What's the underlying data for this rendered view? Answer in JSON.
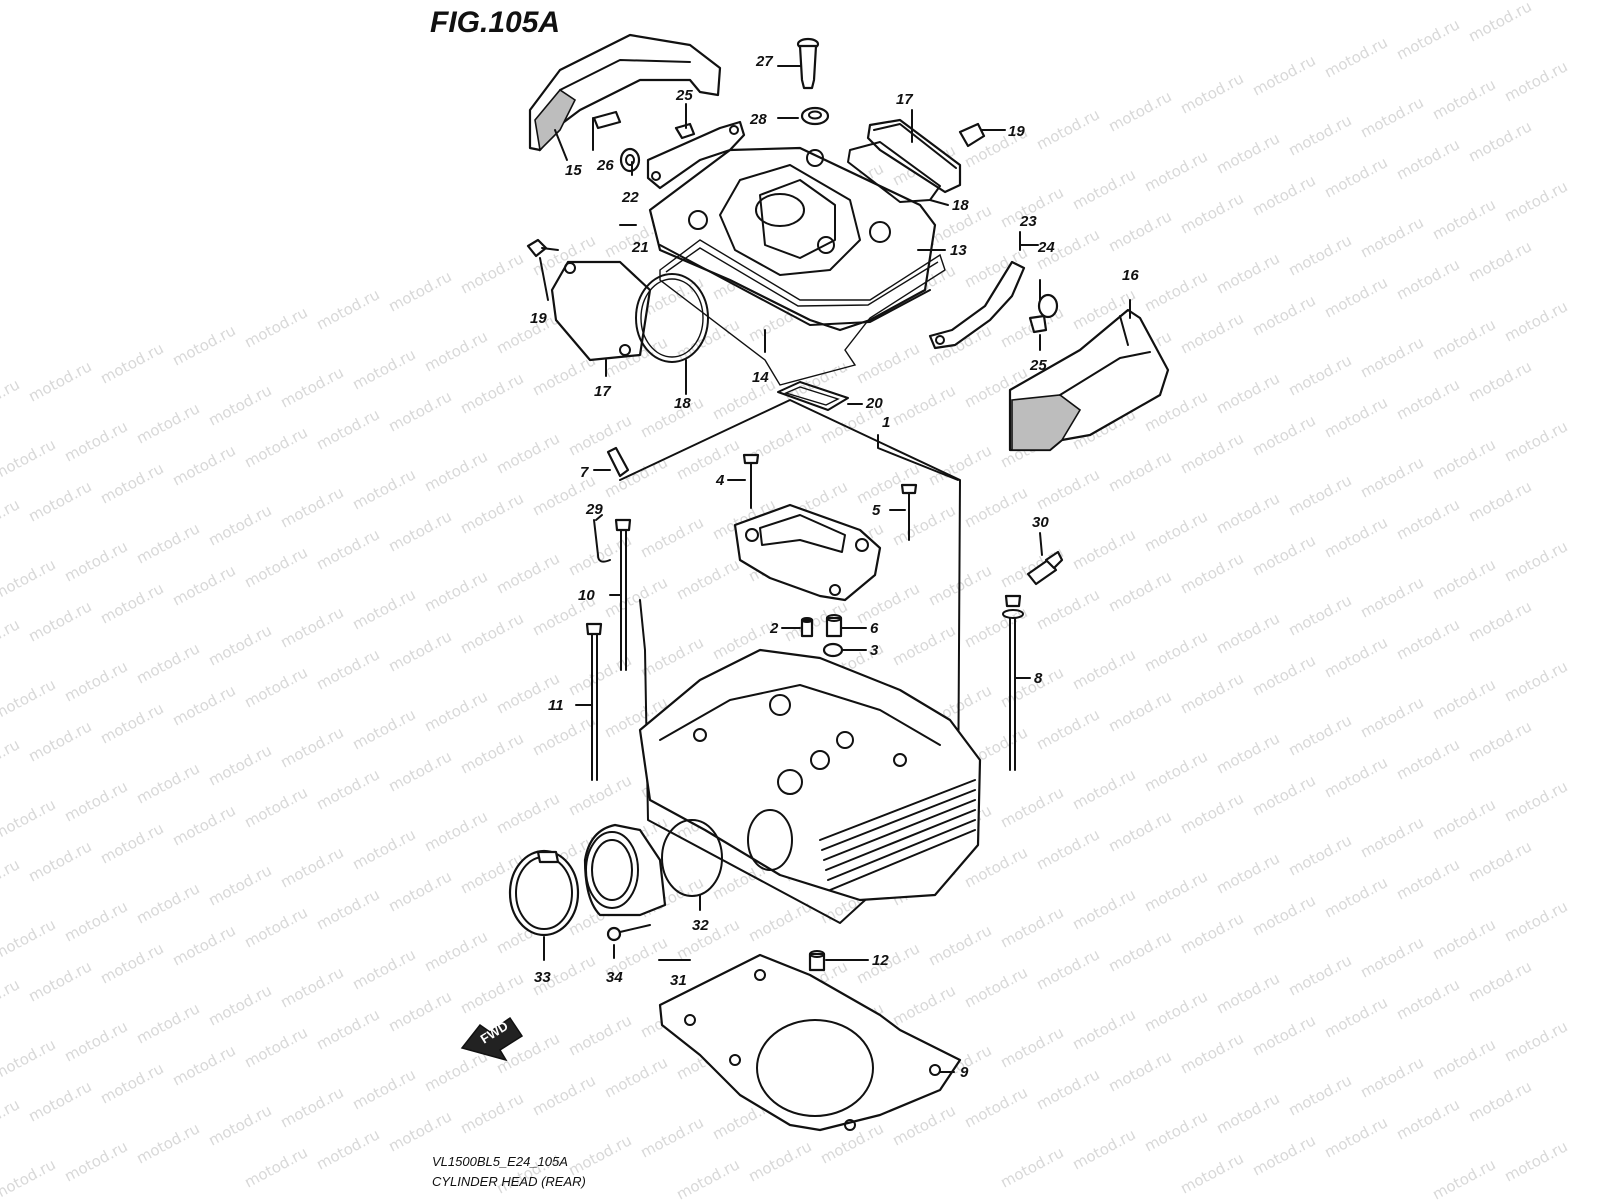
{
  "figure": {
    "title": "FIG.105A",
    "model_code": "VL1500BL5_E24_105A",
    "caption": "CYLINDER HEAD (REAR)",
    "fwd_label": "FWD",
    "watermark": "motod.ru"
  },
  "callouts": [
    "1",
    "2",
    "3",
    "4",
    "5",
    "6",
    "7",
    "8",
    "9",
    "10",
    "11",
    "12",
    "13",
    "14",
    "15",
    "16",
    "17",
    "17",
    "18",
    "18",
    "19",
    "19",
    "20",
    "21",
    "22",
    "23",
    "24",
    "25",
    "25",
    "26",
    "27",
    "28",
    "29",
    "30",
    "31",
    "32",
    "33",
    "34"
  ]
}
